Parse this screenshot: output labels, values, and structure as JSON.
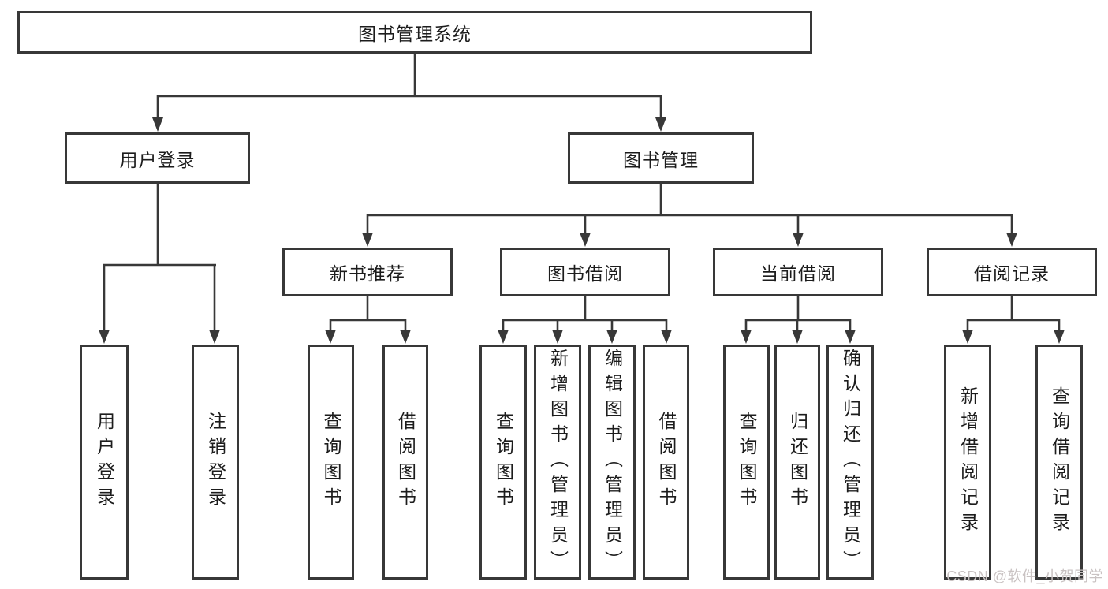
{
  "colors": {
    "background": "#ffffff",
    "box_border": "#383838",
    "connector_line": "#383838",
    "text": "#1c1c1c",
    "watermark_text": "#c9c2c2"
  },
  "watermark": {
    "text": "CSDN @软件_小贺同学"
  },
  "tree": {
    "root": {
      "label": "图书管理系统"
    },
    "children": [
      {
        "label": "用户登录",
        "leaves": [
          {
            "label": "用户登录"
          },
          {
            "label": "注销登录"
          }
        ]
      },
      {
        "label": "图书管理",
        "children": [
          {
            "label": "新书推荐",
            "leaves": [
              {
                "label": "查询图书"
              },
              {
                "label": "借阅图书"
              }
            ]
          },
          {
            "label": "图书借阅",
            "leaves": [
              {
                "label": "查询图书"
              },
              {
                "label": "新增图书（管理员）"
              },
              {
                "label": "编辑图书（管理员）"
              },
              {
                "label": "借阅图书"
              }
            ]
          },
          {
            "label": "当前借阅",
            "leaves": [
              {
                "label": "查询图书"
              },
              {
                "label": "归还图书"
              },
              {
                "label": "确认归还（管理员）"
              }
            ]
          },
          {
            "label": "借阅记录",
            "leaves": [
              {
                "label": "新增借阅记录"
              },
              {
                "label": "查询借阅记录"
              }
            ]
          }
        ]
      }
    ]
  }
}
